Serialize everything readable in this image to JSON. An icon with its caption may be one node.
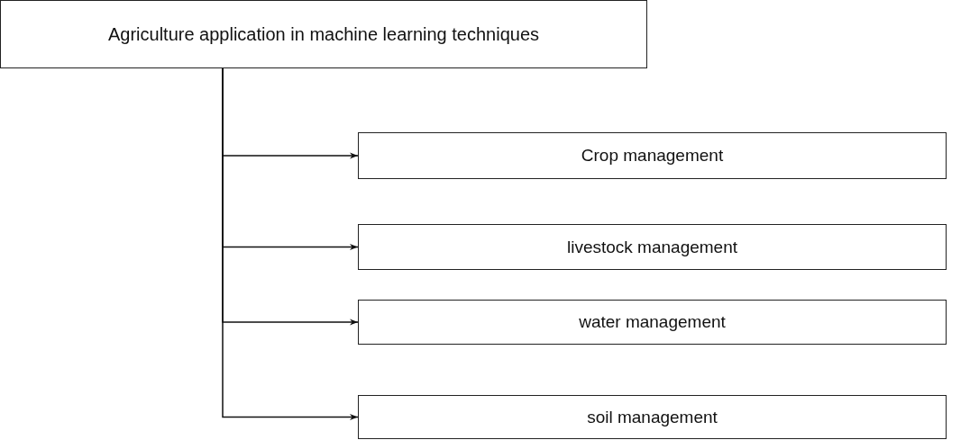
{
  "diagram": {
    "nodes": [
      {
        "text": [
          "Agriculture application in machine learning techniques"
        ]
      },
      {
        "text": [
          "Crop management"
        ]
      },
      {
        "text": [
          "livestock management"
        ]
      },
      {
        "text": [
          "water management"
        ]
      },
      {
        "text": [
          "soil management"
        ]
      }
    ],
    "edges": [
      {
        "from": 0,
        "to": 1,
        "arrow": "to"
      },
      {
        "from": 0,
        "to": 2,
        "arrow": "to"
      },
      {
        "from": 0,
        "to": 3,
        "arrow": "to"
      },
      {
        "from": 0,
        "to": 4,
        "arrow": "to"
      }
    ]
  }
}
